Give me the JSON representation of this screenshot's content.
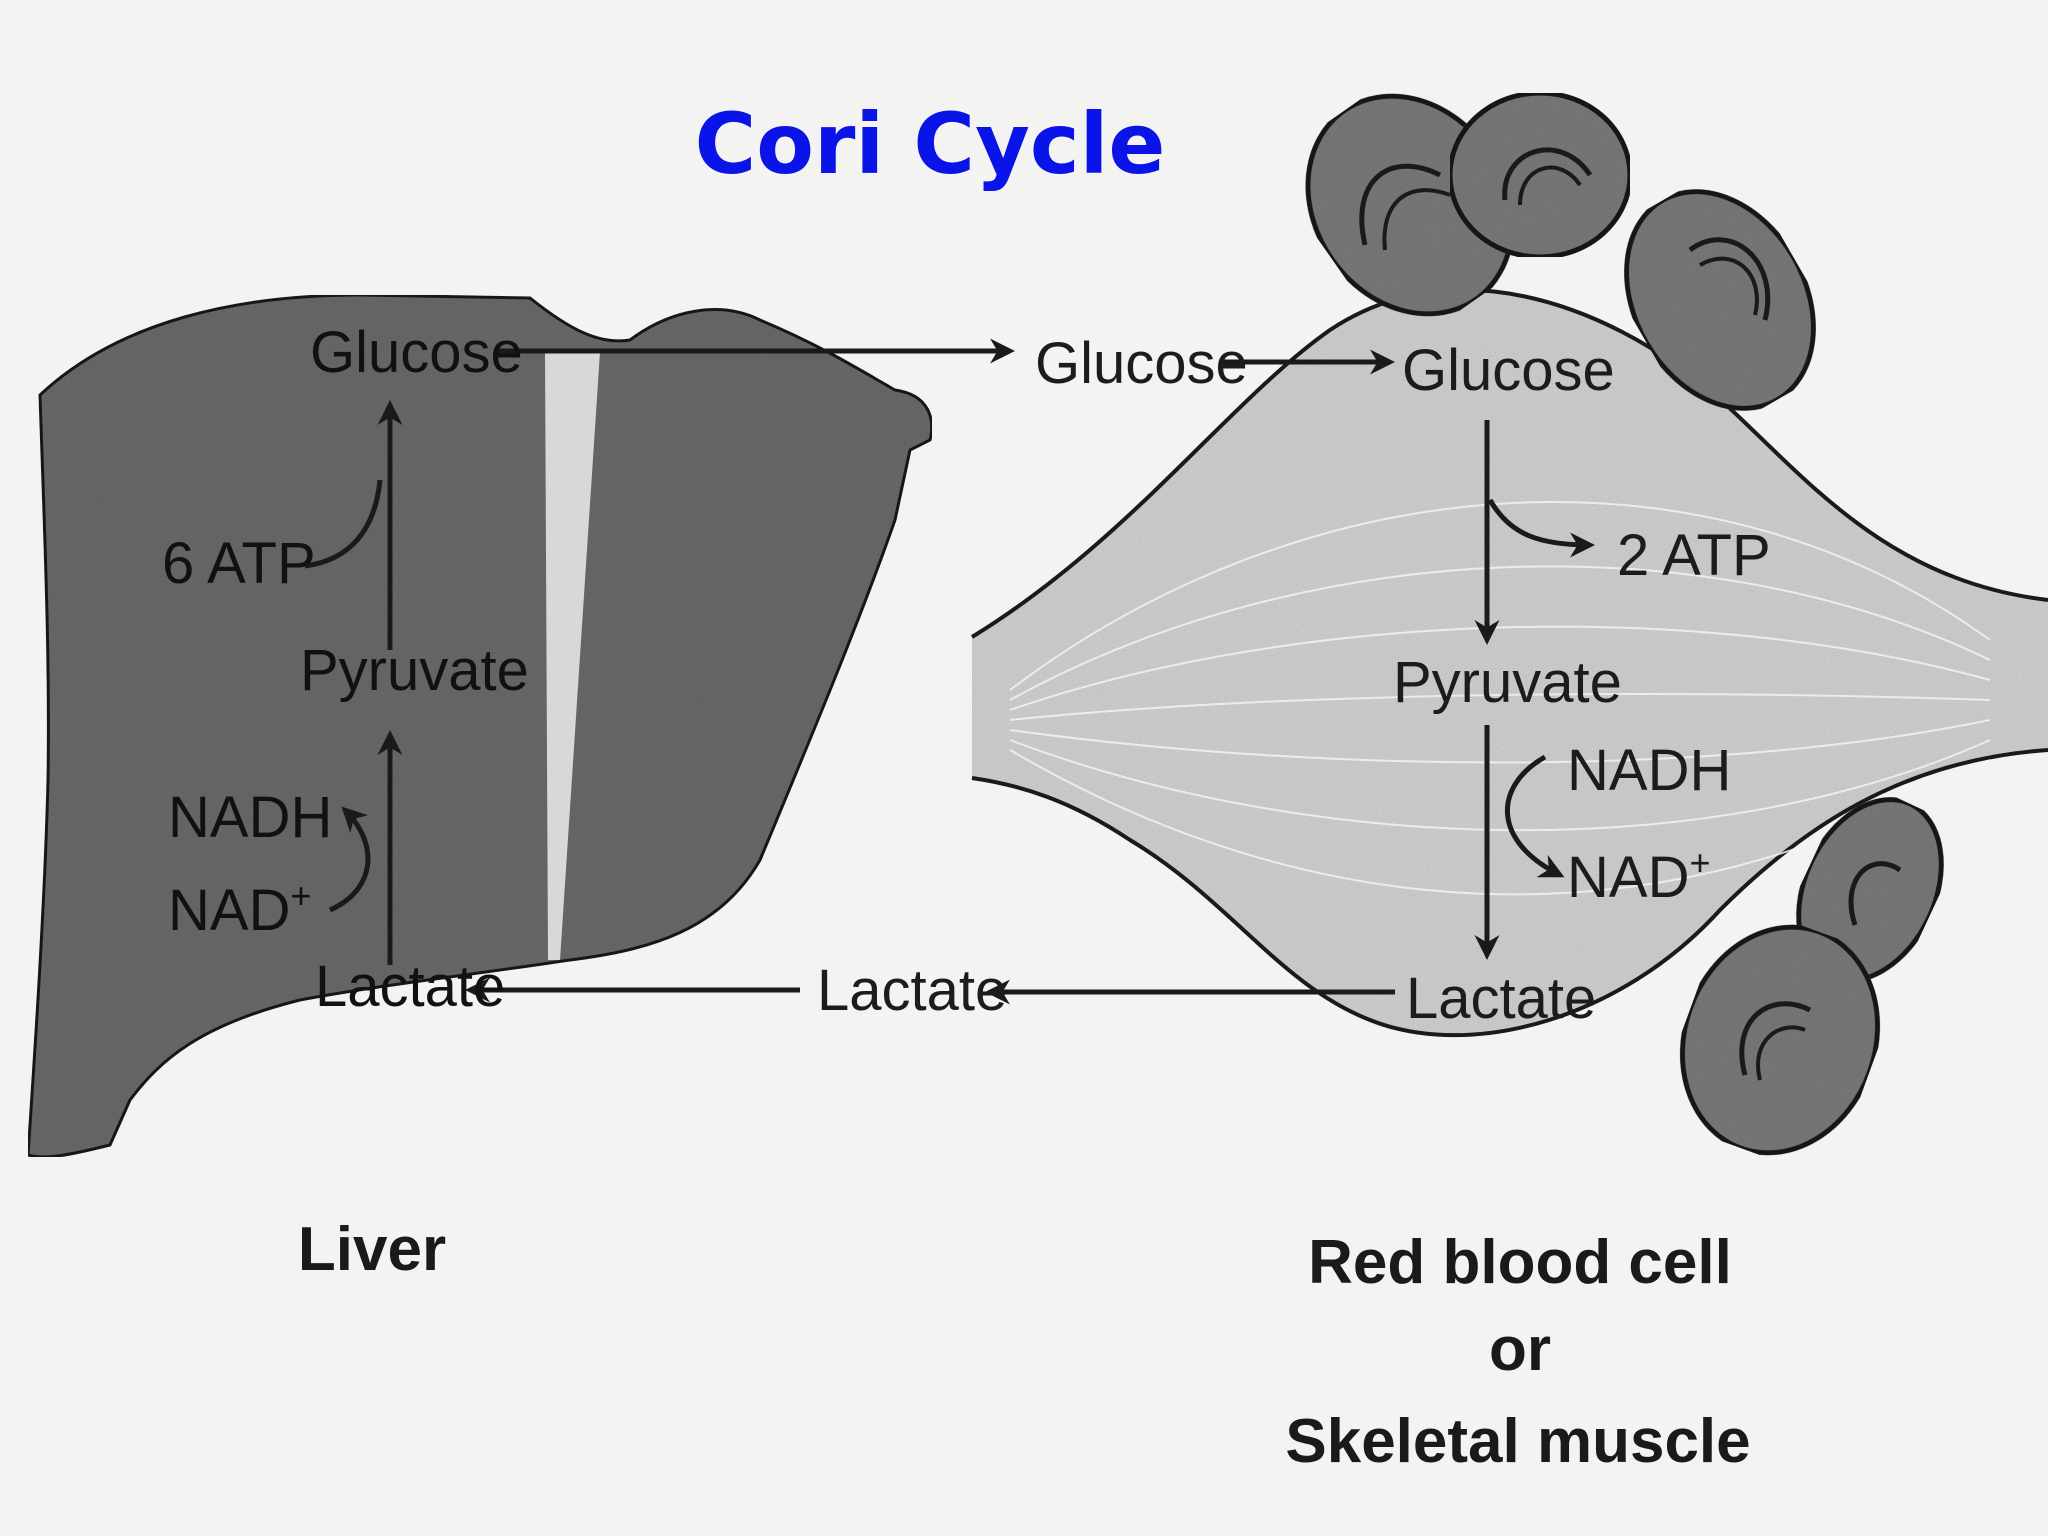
{
  "title": "Cori Cycle",
  "liver": {
    "glucose": "Glucose",
    "atp": "6 ATP",
    "pyruvate": "Pyruvate",
    "nadh": "NADH",
    "nad": "NAD",
    "nad_sup": "+",
    "lactate": "Lactate",
    "caption": "Liver"
  },
  "blood": {
    "glucose": "Glucose",
    "lactate": "Lactate"
  },
  "muscle": {
    "glucose": "Glucose",
    "atp": "2 ATP",
    "pyruvate": "Pyruvate",
    "nadh": "NADH",
    "nad": "NAD",
    "nad_sup": "+",
    "lactate": "Lactate",
    "caption_line1": "Red blood cell",
    "caption_line2": "or",
    "caption_line3": "Skeletal muscle"
  },
  "colors": {
    "title": "#0a14e6",
    "liver_fill": "#6e6e6e",
    "muscle_fill": "#cfcfcf",
    "rbc_fill": "#7d7d7d"
  }
}
